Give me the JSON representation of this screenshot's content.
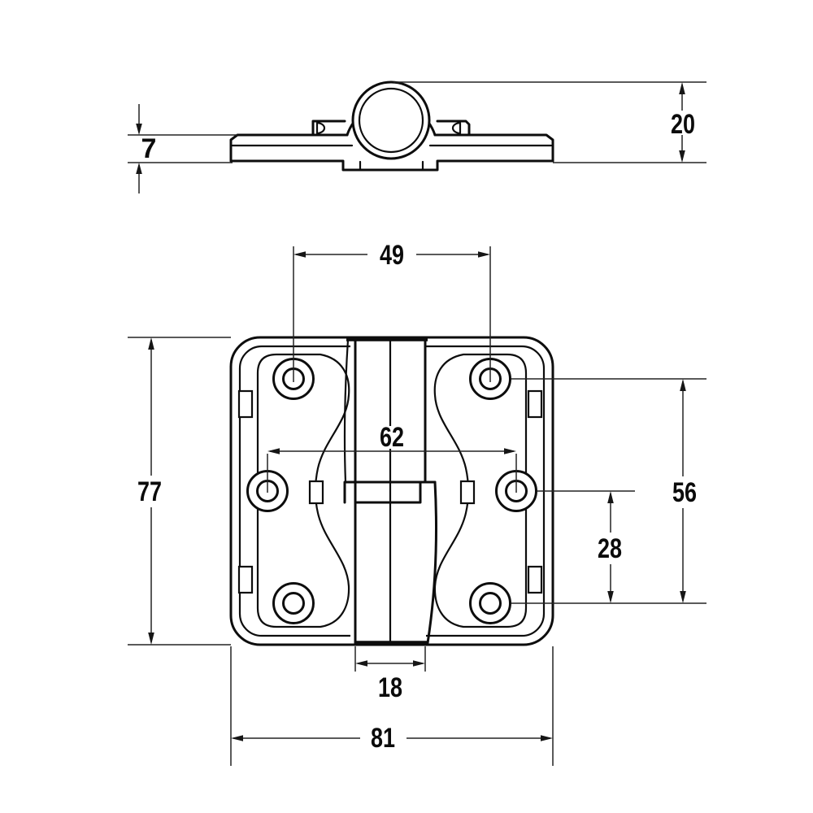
{
  "drawing": {
    "description": "Hinge technical drawing with two orthographic views and dimension annotations",
    "side_view": {
      "plate_thickness": "7",
      "overall_height": "20"
    },
    "front_view": {
      "top_hole_spacing": "49",
      "middle_hole_spacing": "62",
      "plate_height": "77",
      "corner_hole_vertical_span": "56",
      "middle_to_bottom_hole": "28",
      "knuckle_width": "18",
      "plate_width": "81"
    },
    "colors": {
      "object_line": "#0d0d0d",
      "dimension_line": "#232323",
      "background": "#ffffff"
    }
  }
}
